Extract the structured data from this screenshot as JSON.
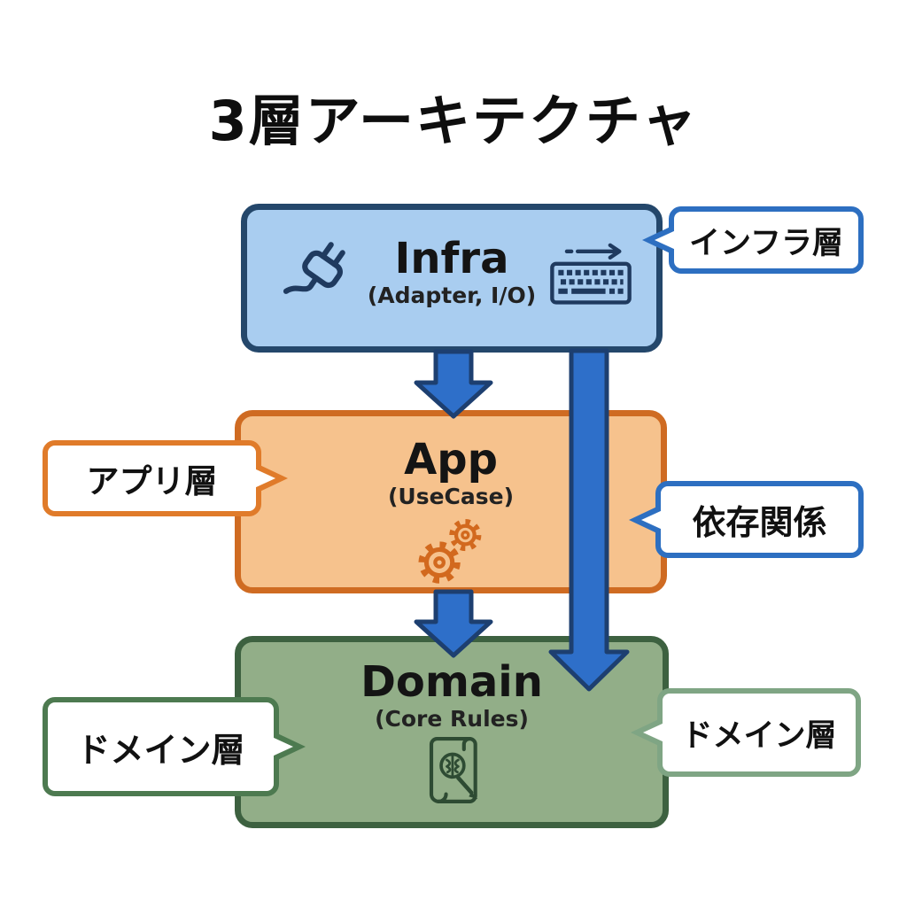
{
  "title": "3層アーキテクチャ",
  "boxes": [
    {
      "name": "Infra",
      "subtitle": "(Adapter, I/O)"
    },
    {
      "name": "App",
      "subtitle": "(UseCase)"
    },
    {
      "name": "Domain",
      "subtitle": "(Core Rules)"
    }
  ],
  "callouts": [
    {
      "text": "インフラ層"
    },
    {
      "text": "アプリ層"
    },
    {
      "text": "依存関係"
    },
    {
      "text": "ドメイン層"
    },
    {
      "text": "ドメイン層"
    }
  ],
  "arrows": [
    {
      "from": "Infra",
      "to": "App"
    },
    {
      "from": "Infra",
      "to": "Domain"
    },
    {
      "from": "App",
      "to": "Domain"
    }
  ],
  "icons": {
    "infra_left": "plug-icon",
    "infra_right": "keyboard-io-icon",
    "app": "gears-icon",
    "domain": "scroll-rules-icon"
  },
  "colors": {
    "infra_fill": "#a9cdf0",
    "infra_border": "#24476b",
    "app_fill": "#f6c28d",
    "app_border": "#cf6b22",
    "domain_fill": "#92ae88",
    "domain_border": "#3d6140",
    "arrow_fill": "#2e6fc9",
    "arrow_stroke": "#1d3f70",
    "callout_blue": "#2d6fc1",
    "callout_orange": "#e07b2a",
    "callout_green": "#4d7a50",
    "callout_green_light": "#7fa584"
  }
}
